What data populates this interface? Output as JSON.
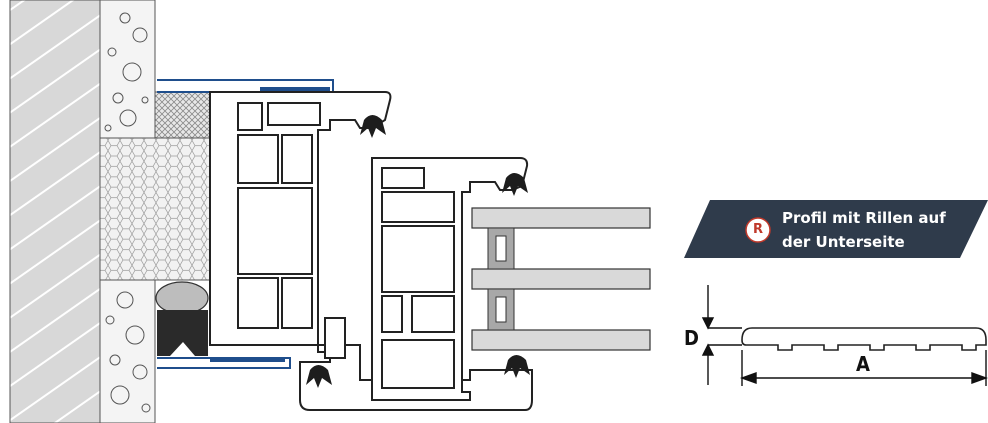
{
  "badge": {
    "letter": "R",
    "line1": "Profil mit Rillen auf",
    "line2": "der Unterseite",
    "color": "#2f3b4b",
    "circle_color": "#ffffff",
    "letter_color": "#c0392b"
  },
  "dimensions": {
    "height_label": "D",
    "width_label": "A"
  },
  "colors": {
    "tape": "#1f4e8c",
    "profile_line": "#222222",
    "glass": "#d9d9d9",
    "spacer": "#a8a8a8",
    "wall": "#e5e5e5",
    "seal": "#2a2a2a"
  }
}
